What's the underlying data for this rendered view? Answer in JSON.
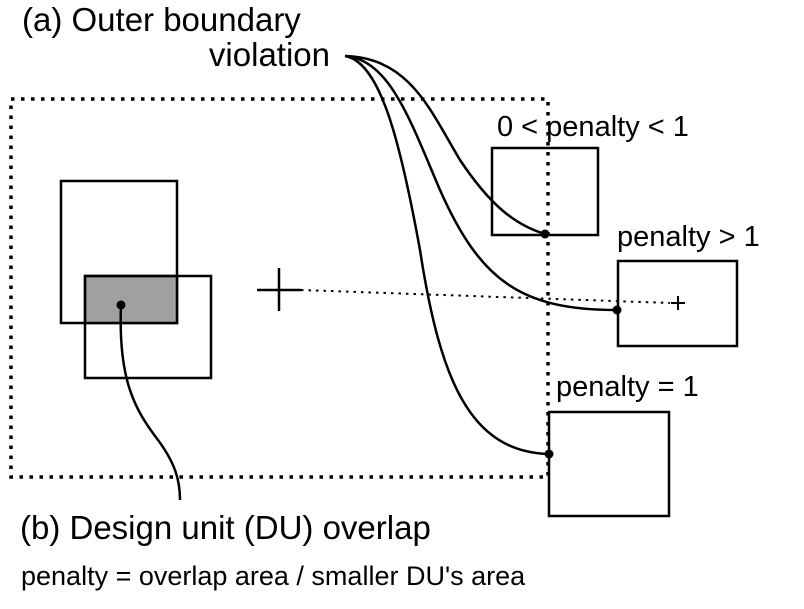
{
  "title": {
    "line1": "(a) Outer boundary",
    "line2": "violation"
  },
  "cases": [
    {
      "id": "partial",
      "label": "0 < penalty < 1"
    },
    {
      "id": "greater",
      "label": "penalty > 1"
    },
    {
      "id": "equal",
      "label": "penalty = 1"
    }
  ],
  "overlap": {
    "heading": "(b) Design unit (DU) overlap",
    "formula": "penalty = overlap area / smaller DU's area"
  },
  "colors": {
    "stroke": "#000000",
    "overlap_fill": "#a0a0a0",
    "background": "#ffffff"
  }
}
